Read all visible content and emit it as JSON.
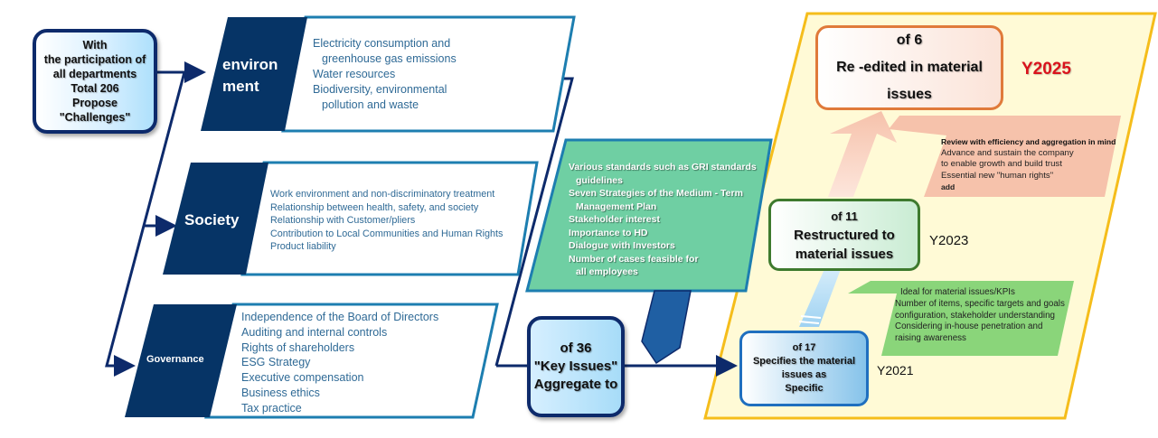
{
  "start": {
    "lines": [
      "With",
      "the participation of",
      "all departments",
      "Total 206",
      "Propose \"Challenges\""
    ]
  },
  "categories": [
    {
      "label_lines": [
        "environ",
        "ment"
      ],
      "items": [
        "Electricity consumption and",
        "  greenhouse gas emissions",
        "Water resources",
        "Biodiversity, environmental",
        "  pollution and waste"
      ]
    },
    {
      "label_lines": [
        "Society"
      ],
      "items": [
        "Work environment and non-discriminatory treatment",
        "Relationship between health, safety, and society",
        "Relationship with Customer/pliers",
        "Contribution to Local Communities and Human Rights",
        "Product liability"
      ]
    },
    {
      "label_lines": [
        "Governance"
      ],
      "items": [
        "Independence of the Board of Directors",
        "Auditing and internal controls",
        "Rights of shareholders",
        "ESG Strategy",
        "Executive compensation",
        "Business ethics",
        "Tax practice"
      ]
    }
  ],
  "criteria": {
    "items": [
      "Various standards such as GRI standards",
      "  guidelines",
      "Seven Strategies of the Medium - Term",
      "  Management Plan",
      "Stakeholder interest",
      "Importance to HD",
      "Dialogue with Investors",
      "Number of cases feasible for",
      "  all employees"
    ]
  },
  "key_issues": {
    "lines": [
      "of 36",
      "\"Key Issues\"",
      "Aggregate to"
    ]
  },
  "stages": {
    "y2021": {
      "lines": [
        "of 17",
        "Specifies the material",
        "issues as",
        "Specific"
      ],
      "year": "Y2021",
      "note": [
        "Ideal for material issues/KPIs",
        "Number of items, specific targets and goals",
        "configuration, stakeholder understanding",
        "Considering in-house penetration and",
        "raising awareness"
      ]
    },
    "y2023": {
      "lines": [
        "of 11",
        "Restructured to",
        "material issues"
      ],
      "year": "Y2023",
      "note_title": "Review with efficiency and aggregation in mind",
      "note": [
        "Advance and sustain the company",
        "to enable growth and build trust",
        "Essential new \"human rights\""
      ],
      "note_end": "add"
    },
    "y2025": {
      "lines": [
        "of 6",
        "Re -edited in material",
        "issues"
      ],
      "year": "Y2025"
    }
  },
  "colors": {
    "navy": "#0d2a6b",
    "category_fill": "#063466",
    "category_border": "#1d7eb0",
    "item_text": "#2f6a96",
    "criteria_fill": "#6fcfa3",
    "panel_fill": "#fffad6",
    "panel_border": "#f5bd1b",
    "y2025_accent": "#d9131c",
    "pink_note": "#f6c2ab",
    "green_note": "#8ad57a"
  }
}
